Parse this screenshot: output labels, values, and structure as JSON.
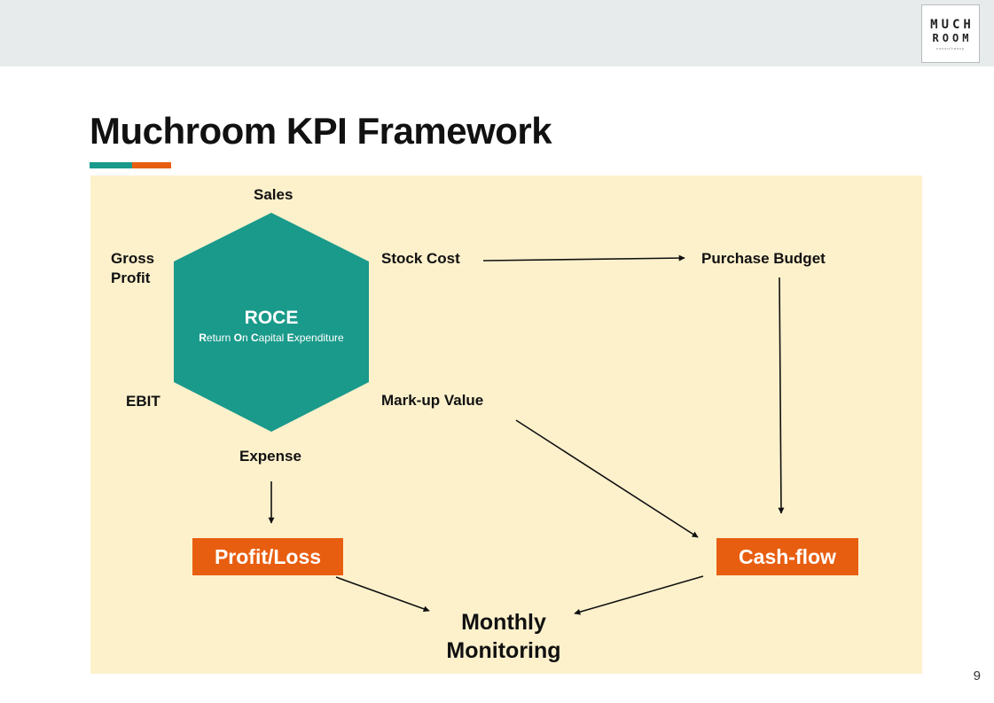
{
  "header": {
    "logo": {
      "line1": "MUCH",
      "line2": "ROOM",
      "line3": "consultancy"
    }
  },
  "slide": {
    "title": "Muchroom KPI Framework",
    "page_number": "9"
  },
  "colors": {
    "teal": "#1a9a8b",
    "orange": "#e85e10",
    "panel": "#fdf1cc",
    "header_bar": "#e8ebec"
  },
  "diagram": {
    "hexagon": {
      "title": "ROCE",
      "subtitle": [
        {
          "initial": "R",
          "rest": "eturn "
        },
        {
          "initial": "O",
          "rest": "n "
        },
        {
          "initial": "C",
          "rest": "apital "
        },
        {
          "initial": "E",
          "rest": "xpenditure"
        }
      ]
    },
    "labels": {
      "sales": "Sales",
      "gross_profit": [
        "Gross",
        "Profit"
      ],
      "ebit": "EBIT",
      "expense": "Expense",
      "stock_cost": "Stock Cost",
      "markup_value": "Mark-up Value",
      "purchase_budget": "Purchase Budget"
    },
    "boxes": {
      "profit_loss": "Profit/Loss",
      "cash_flow": "Cash-flow"
    },
    "result": [
      "Monthly",
      "Monitoring"
    ],
    "edges": [
      {
        "from": "Stock Cost",
        "to": "Purchase Budget"
      },
      {
        "from": "Purchase Budget",
        "to": "Cash-flow"
      },
      {
        "from": "Mark-up Value",
        "to": "Cash-flow"
      },
      {
        "from": "Expense",
        "to": "Profit/Loss"
      },
      {
        "from": "Profit/Loss",
        "to": "Monthly Monitoring"
      },
      {
        "from": "Cash-flow",
        "to": "Monthly Monitoring"
      }
    ]
  }
}
